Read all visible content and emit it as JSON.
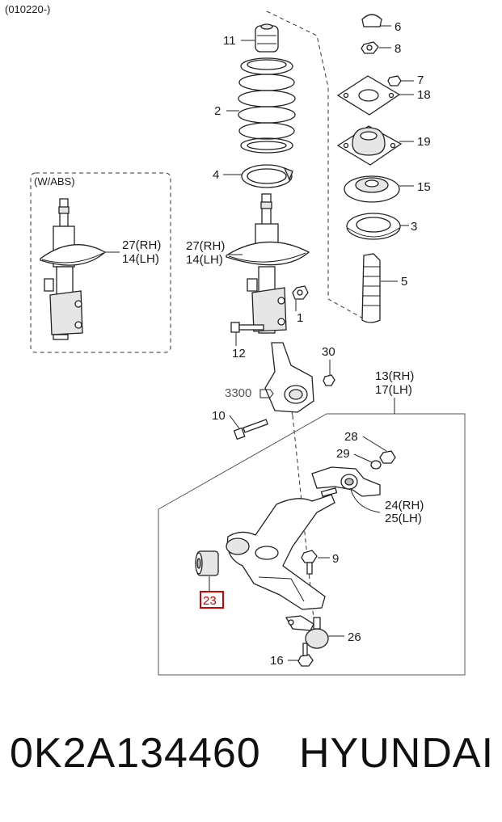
{
  "header": {
    "revision": "(010220-)"
  },
  "abs_box": {
    "title": "(W/ABS)"
  },
  "callouts": {
    "c11": "11",
    "c6": "6",
    "c8": "8",
    "c7": "7",
    "c18": "18",
    "c2": "2",
    "c19": "19",
    "c4": "4",
    "c15": "15",
    "c3": "3",
    "c5": "5",
    "c1": "1",
    "c12": "12",
    "c30": "30",
    "c3300": "3300",
    "c10": "10",
    "c9": "9",
    "c26": "26",
    "c16": "16",
    "c28": "28",
    "c29": "29",
    "c27rh_main": "27(RH)",
    "c14lh_main": "14(LH)",
    "c27rh_abs": "27(RH)",
    "c14lh_abs": "14(LH)",
    "c13rh": "13(RH)",
    "c17lh": "17(LH)",
    "c24rh": "24(RH)",
    "c25lh": "25(LH)",
    "c23": "23"
  },
  "highlight_color": "#d40000",
  "footer": {
    "part_number": "0K2A134460",
    "brand": "HYUNDAI"
  }
}
